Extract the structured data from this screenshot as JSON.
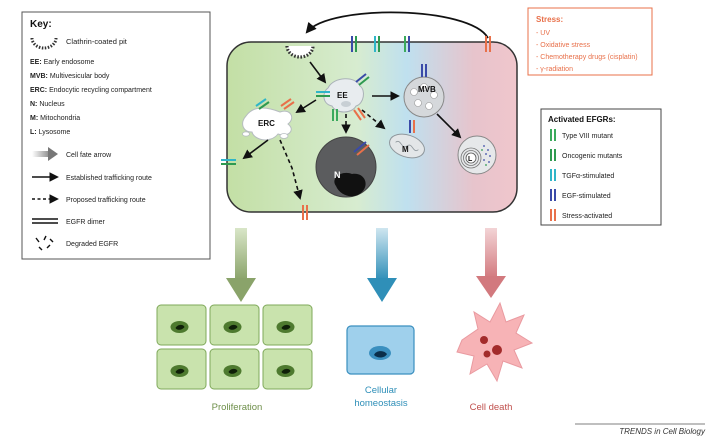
{
  "key": {
    "title": "Key:",
    "items": [
      {
        "label": "Clathrin-coated pit",
        "icon": "clathrin-pit-icon"
      },
      {
        "abbr": "EE:",
        "text": "Early endosome"
      },
      {
        "abbr": "MVB:",
        "text": "Multivesicular body"
      },
      {
        "abbr": "ERC:",
        "text": "Endocytic recycling compartment"
      },
      {
        "abbr": "N:",
        "text": "Nucleus"
      },
      {
        "abbr": "M:",
        "text": "Mitochondria"
      },
      {
        "abbr": "L:",
        "text": "Lysosome"
      },
      {
        "label": "Cell fate arrow",
        "icon": "cell-fate-arrow-icon"
      },
      {
        "label": "Established trafficking route",
        "icon": "solid-arrow-icon"
      },
      {
        "label": "Proposed trafficking route",
        "icon": "dashed-arrow-icon"
      },
      {
        "label": "EGFR dimer",
        "icon": "egfr-dimer-icon"
      },
      {
        "label": "Degraded EGFR",
        "icon": "degraded-egfr-icon"
      }
    ]
  },
  "stress": {
    "title": "Stress:",
    "items": [
      "- UV",
      "- Oxidative stress",
      "- Chemotherapy drugs (cisplatin)",
      "- γ-radiation"
    ],
    "color": "#e8704a"
  },
  "efgrs": {
    "title": "Activated EFGRs:",
    "items": [
      {
        "label": "Type VIII mutant",
        "color": "#3aaa5c"
      },
      {
        "label": "Oncogenic mutants",
        "color": "#2e9a50"
      },
      {
        "label": "TGFα-stimulated",
        "color": "#2fb5c8"
      },
      {
        "label": "EGF-stimulated",
        "color": "#3a4aa8"
      },
      {
        "label": "Stress-activated",
        "color": "#e8704a"
      }
    ]
  },
  "cell": {
    "ee": "EE",
    "erc": "ERC",
    "mvb": "MVB",
    "nucleus": "N",
    "mito": "M",
    "lyso": "L"
  },
  "fates": {
    "proliferation": "Proliferation",
    "homeostasis_line1": "Cellular",
    "homeostasis_line2": "homeostasis",
    "death": "Cell death"
  },
  "colors": {
    "green": "#6e8f4a",
    "blue": "#2f8fb8",
    "red": "#c0504d"
  },
  "footer": "TRENDS in Cell Biology"
}
